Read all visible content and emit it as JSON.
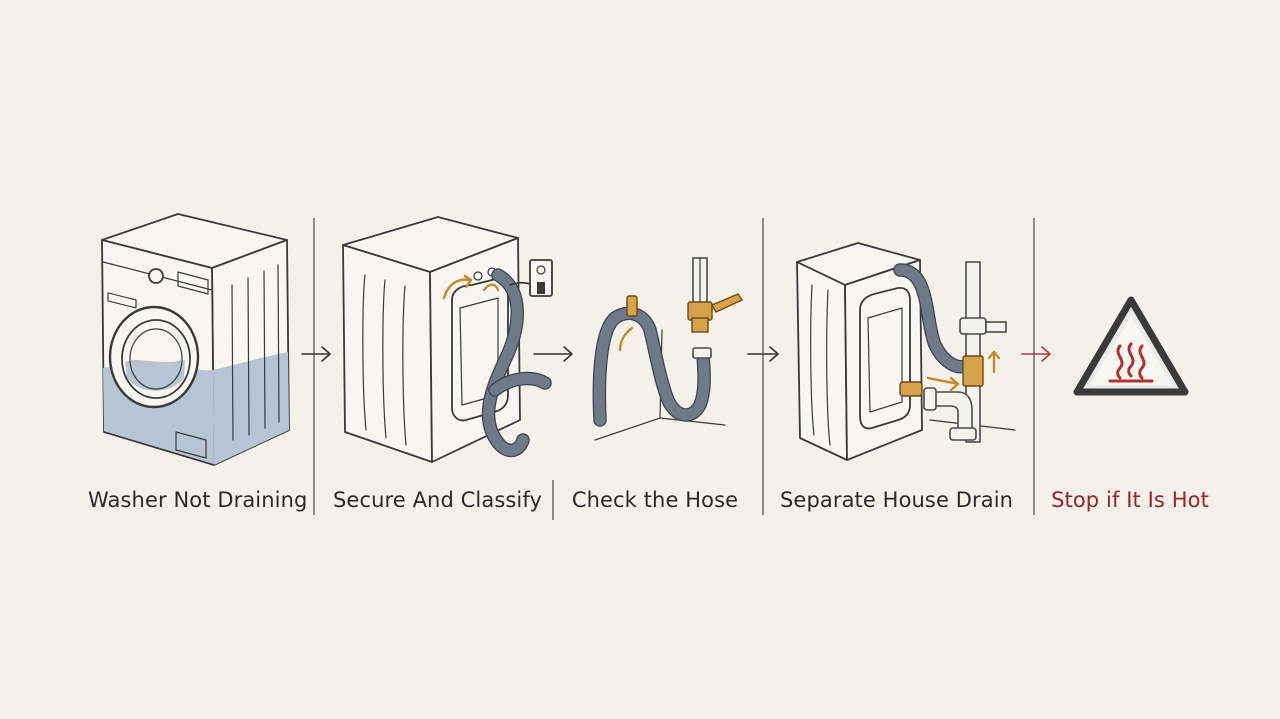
{
  "steps": [
    {
      "label": "Washer Not Draining",
      "icon": "washer-flooded-icon"
    },
    {
      "label": "Secure And Classify",
      "icon": "washer-back-unplug-icon"
    },
    {
      "label": "Check the Hose",
      "icon": "drain-hose-loop-icon"
    },
    {
      "label": "Separate House Drain",
      "icon": "washer-house-drain-icon"
    },
    {
      "label": "Stop if It Is Hot",
      "icon": "hot-warning-triangle-icon"
    }
  ],
  "colors": {
    "background": "#f3f1ea",
    "ink": "#3a3a3a",
    "water": "#b7c4d3",
    "brass": "#d6a24a",
    "warning": "#9a2426"
  }
}
